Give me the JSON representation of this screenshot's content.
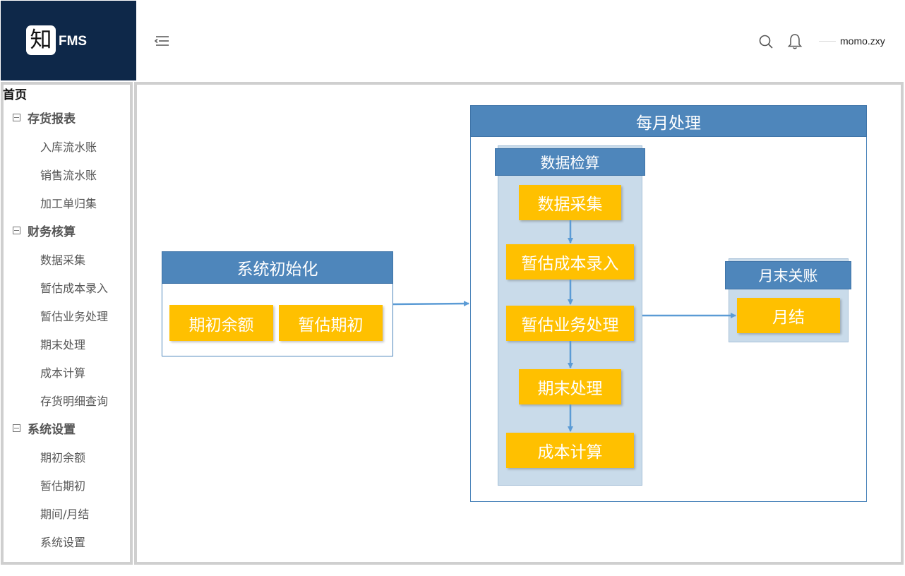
{
  "header": {
    "logo_char": "知",
    "logo_text": "FMS",
    "username": "momo.zxy",
    "icons": [
      "menu-fold-icon",
      "search-icon",
      "bell-icon"
    ]
  },
  "sidebar": {
    "home": "首页",
    "groups": [
      {
        "label": "存货报表",
        "items": [
          "入库流水账",
          "销售流水账",
          "加工单归集"
        ]
      },
      {
        "label": "财务核算",
        "items": [
          "数据采集",
          "暂估成本录入",
          "暂估业务处理",
          "期末处理",
          "成本计算",
          "存货明细查询"
        ]
      },
      {
        "label": "系统设置",
        "items": [
          "期初余额",
          "暂估期初",
          "期间/月结",
          "系统设置"
        ]
      }
    ]
  },
  "diagram": {
    "init": {
      "title": "系统初始化",
      "steps": [
        "期初余额",
        "暂估期初"
      ]
    },
    "monthly": {
      "title": "每月处理",
      "check": {
        "title": "数据检算",
        "steps": [
          "数据采集",
          "暂估成本录入",
          "暂估业务处理",
          "期末处理",
          "成本计算"
        ]
      }
    },
    "close": {
      "title": "月末关账",
      "steps": [
        "月结"
      ]
    }
  },
  "colors": {
    "header_bg": "#0e2849",
    "panel_header": "#4e86bb",
    "panel_bg": "#c9dbea",
    "step_fill": "#ffc000",
    "arrow": "#5b9bd5",
    "frame_border": "#cfcfcf"
  }
}
